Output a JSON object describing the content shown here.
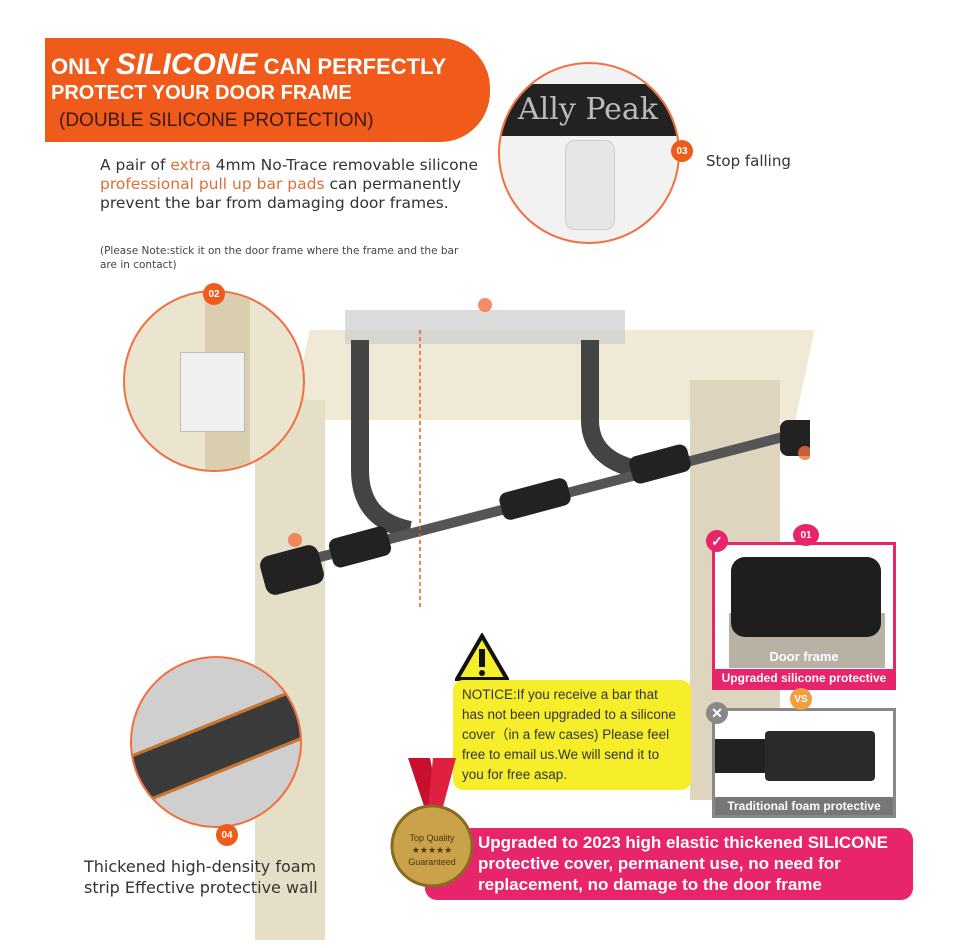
{
  "banner": {
    "line1_a": "ONLY",
    "line1_b": "SILICONE",
    "line1_c": "CAN PERFECTLY",
    "line2": "PROTECT YOUR DOOR FRAME",
    "line3": "(DOUBLE SILICONE PROTECTION)"
  },
  "description": {
    "p1": "A pair of ",
    "p2": "extra",
    "p3": " 4mm No-Trace removable silicone ",
    "p4": "professional pull up bar pads",
    "p5": " can permanently prevent the bar from damaging door frames.",
    "note": "(Please Note:stick it on the door frame where the frame and the bar are in contact)"
  },
  "callouts": {
    "c01": "01",
    "c02": "02",
    "c03": "03",
    "c04": "04",
    "stop_falling": "Stop falling",
    "brand": "Ally Peak"
  },
  "notice": "NOTICE:If you receive a bar that has not been upgraded to a silicone cover（in a few cases) Please feel free to email us.We will send it to you for free asap.",
  "compare": {
    "door_frame": "Door frame",
    "upgraded": "Upgraded silicone protective",
    "vs": "VS",
    "traditional": "Traditional foam protective"
  },
  "medal": {
    "line1": "Top Quality",
    "stars": "★★★★★",
    "line2": "Guaranteed"
  },
  "pink_banner": "Upgraded to 2023 high elastic thickened SILICONE protective cover, permanent use, no need for replacement,  no damage to the door frame",
  "foam_text": "Thickened high-density foam strip Effective protective wall",
  "colors": {
    "orange": "#f05a1a",
    "pink": "#e8246a",
    "yellow": "#f7ee2a"
  }
}
